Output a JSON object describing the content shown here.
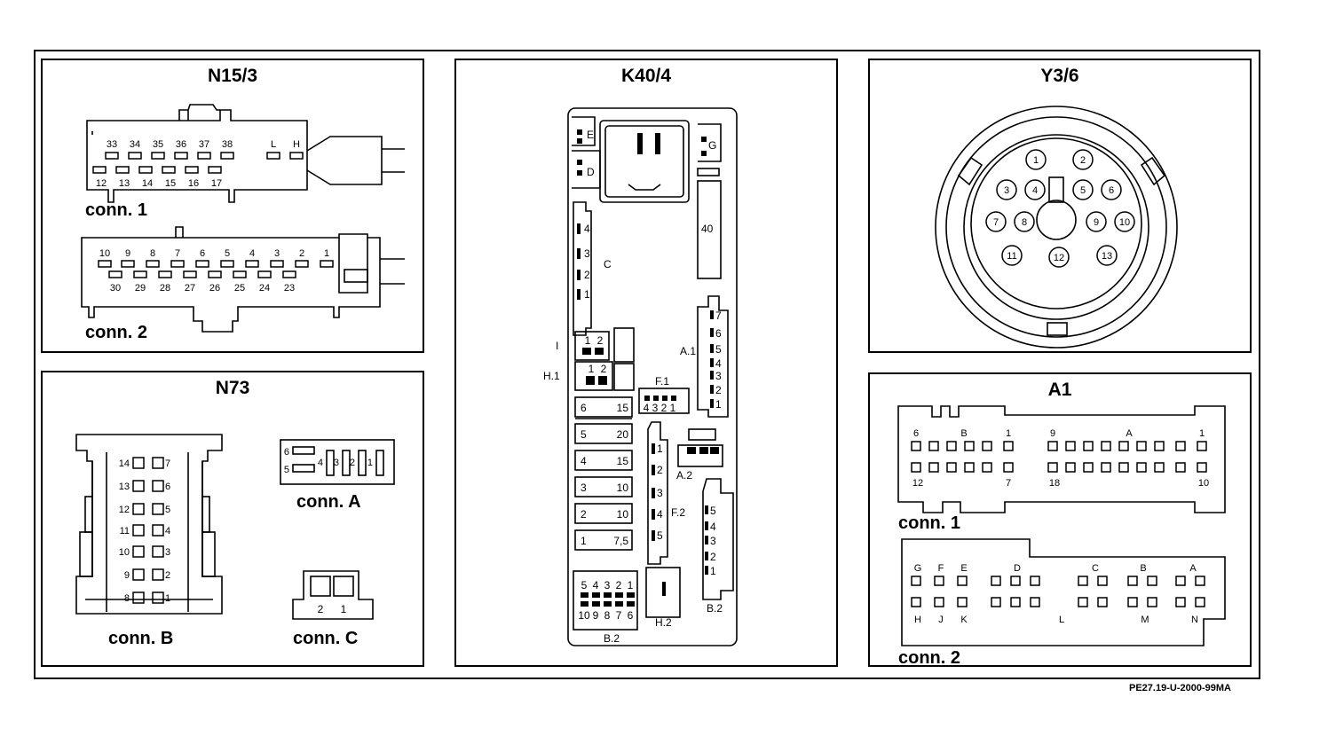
{
  "panels": {
    "n15_3": {
      "title": "N15/3",
      "conn1": "conn. 1",
      "conn2": "conn. 2",
      "conn1_top": [
        "33",
        "34",
        "35",
        "36",
        "37",
        "38",
        "L",
        "H"
      ],
      "conn1_bottom": [
        "12",
        "13",
        "14",
        "15",
        "16",
        "17"
      ],
      "conn2_top": [
        "10",
        "9",
        "8",
        "7",
        "6",
        "5",
        "4",
        "3",
        "2",
        "1"
      ],
      "conn2_bottom": [
        "30",
        "29",
        "28",
        "27",
        "26",
        "25",
        "24",
        "23"
      ]
    },
    "n73": {
      "title": "N73",
      "connA": "conn. A",
      "connB": "conn. B",
      "connC": "conn. C",
      "connB_left": [
        "14",
        "13",
        "12",
        "11",
        "10",
        "9",
        "8"
      ],
      "connB_right": [
        "7",
        "6",
        "5",
        "4",
        "3",
        "2",
        "1"
      ],
      "connA_pins": [
        "6",
        "5",
        "4",
        "3",
        "2",
        "1"
      ],
      "connC_pins": [
        "2",
        "1"
      ]
    },
    "k40_4": {
      "title": "K40/4",
      "labels": {
        "E": "E",
        "D": "D",
        "G": "G",
        "C": "C",
        "I": "I",
        "H1": "H.1",
        "A1": "A.1",
        "F1": "F.1",
        "A2": "A.2",
        "F2": "F.2",
        "B2a": "B.2",
        "B2b": "B.2",
        "H2": "H.2",
        "forty": "40"
      },
      "c_pins": [
        "4",
        "3",
        "2",
        "1"
      ],
      "i_pins": [
        "1",
        "2"
      ],
      "h1_pins": [
        "1",
        "2"
      ],
      "a1_pins": [
        "7",
        "6",
        "5",
        "4",
        "3",
        "2",
        "1"
      ],
      "f1_pins": [
        "4",
        "3",
        "2",
        "1"
      ],
      "f2_pins": [
        "1",
        "2",
        "3",
        "4",
        "5"
      ],
      "b2r_pins": [
        "5",
        "4",
        "3",
        "2",
        "1"
      ],
      "b2b_top": [
        "5",
        "4",
        "3",
        "2",
        "1"
      ],
      "b2b_bottom": [
        "10",
        "9",
        "8",
        "7",
        "6"
      ],
      "fuses": [
        {
          "num": "6",
          "amp": "15"
        },
        {
          "num": "5",
          "amp": "20"
        },
        {
          "num": "4",
          "amp": "15"
        },
        {
          "num": "3",
          "amp": "10"
        },
        {
          "num": "2",
          "amp": "10"
        },
        {
          "num": "1",
          "amp": "7,5"
        }
      ]
    },
    "y3_6": {
      "title": "Y3/6",
      "pins": [
        "1",
        "2",
        "3",
        "4",
        "5",
        "6",
        "7",
        "8",
        "9",
        "10",
        "11",
        "12",
        "13"
      ]
    },
    "a1": {
      "title": "A1",
      "conn1": "conn. 1",
      "conn2": "conn. 2",
      "c1_top_left": [
        "6",
        "B",
        "1"
      ],
      "c1_top_right": [
        "9",
        "A",
        "1"
      ],
      "c1_bottom_left": [
        "12",
        "7"
      ],
      "c1_bottom_right": [
        "18",
        "10"
      ],
      "c2_top_letters": [
        "G",
        "F",
        "E",
        "D",
        "C",
        "B",
        "A"
      ],
      "c2_bottom_letters": [
        "H",
        "J",
        "K",
        "L",
        "M",
        "N"
      ]
    }
  },
  "footer": "PE27.19-U-2000-99MA"
}
